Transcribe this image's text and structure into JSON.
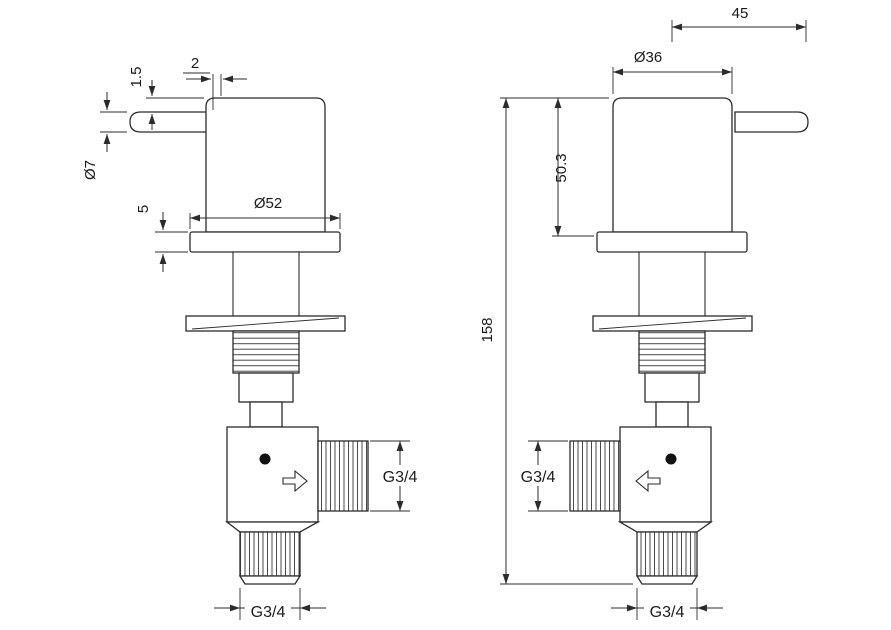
{
  "drawing": {
    "left_view": {
      "dimensions": {
        "handle_gap": "2",
        "handle_step": "1.5",
        "handle_diameter": "Ø7",
        "flange_diameter": "Ø52",
        "flange_thickness": "5",
        "side_connection_thread": "G3/4",
        "bottom_connection_thread": "G3/4"
      }
    },
    "right_view": {
      "dimensions": {
        "handle_length": "45",
        "body_diameter": "Ø36",
        "head_height": "50.3",
        "overall_height": "158",
        "side_connection_thread": "G3/4",
        "bottom_connection_thread": "G3/4"
      }
    },
    "colors": {
      "line": "#2b2b2b",
      "background": "#ffffff"
    }
  }
}
